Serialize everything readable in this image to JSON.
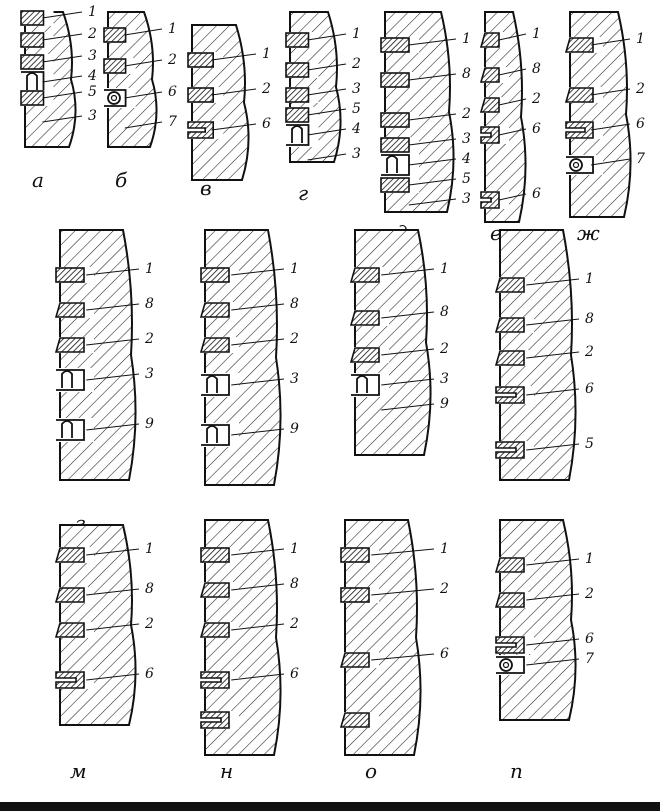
{
  "figure": {
    "panels": [
      {
        "id": "a",
        "title": "а",
        "callouts": [
          "1",
          "2",
          "3",
          "4",
          "5",
          "3"
        ],
        "scheme": "a"
      },
      {
        "id": "b",
        "title": "б",
        "callouts": [
          "1",
          "2",
          "6",
          "7"
        ],
        "scheme": "b"
      },
      {
        "id": "v",
        "title": "в",
        "callouts": [
          "1",
          "2",
          "6"
        ],
        "scheme": "v"
      },
      {
        "id": "g",
        "title": "г",
        "callouts": [
          "1",
          "2",
          "3",
          "5",
          "4",
          "3"
        ],
        "scheme": "g"
      },
      {
        "id": "d",
        "title": "д",
        "callouts": [
          "1",
          "8",
          "2",
          "3",
          "4",
          "5",
          "3"
        ],
        "scheme": "d"
      },
      {
        "id": "e",
        "title": "е",
        "callouts": [
          "1",
          "8",
          "2",
          "6",
          "6"
        ],
        "scheme": "e"
      },
      {
        "id": "zh",
        "title": "ж",
        "callouts": [
          "1",
          "2",
          "6",
          "7"
        ],
        "scheme": "zh"
      },
      {
        "id": "z",
        "title": "з",
        "callouts": [
          "1",
          "8",
          "2",
          "3",
          "9"
        ],
        "scheme": "z"
      },
      {
        "id": "i",
        "title": "и",
        "callouts": [
          "1",
          "8",
          "2",
          "3",
          "9"
        ],
        "scheme": "i"
      },
      {
        "id": "k",
        "title": "к",
        "callouts": [
          "1",
          "8",
          "2",
          "3",
          "9"
        ],
        "scheme": "k"
      },
      {
        "id": "l",
        "title": "л",
        "callouts": [
          "1",
          "8",
          "2",
          "6",
          "5"
        ],
        "scheme": "l"
      },
      {
        "id": "m",
        "title": "м",
        "callouts": [
          "1",
          "8",
          "2",
          "6"
        ],
        "scheme": "m"
      },
      {
        "id": "n",
        "title": "н",
        "callouts": [
          "1",
          "8",
          "2",
          "6"
        ],
        "scheme": "n"
      },
      {
        "id": "o",
        "title": "о",
        "callouts": [
          "1",
          "2",
          "6"
        ],
        "scheme": "o"
      },
      {
        "id": "p",
        "title": "п",
        "callouts": [
          "1",
          "2",
          "6",
          "7"
        ],
        "scheme": "p"
      }
    ]
  }
}
